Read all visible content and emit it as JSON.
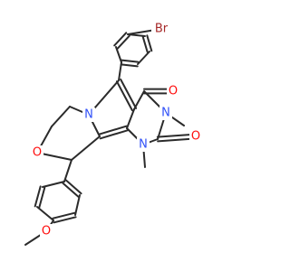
{
  "atoms": {
    "bromine": "Br",
    "oxo_upper": "O",
    "oxo_lower": "O",
    "imide_nitrogen": "N",
    "urea_nitrogen": "N",
    "pyrrole_nitrogen": "N",
    "ring_oxygen": "O",
    "ether_oxygen": "O"
  },
  "colors": {
    "bond": "#2b2b2b",
    "oxygen": "#ff0d0d",
    "nitrogen": "#3050f8",
    "bromine": "#a62929",
    "carbon": "#2b2b2b"
  }
}
